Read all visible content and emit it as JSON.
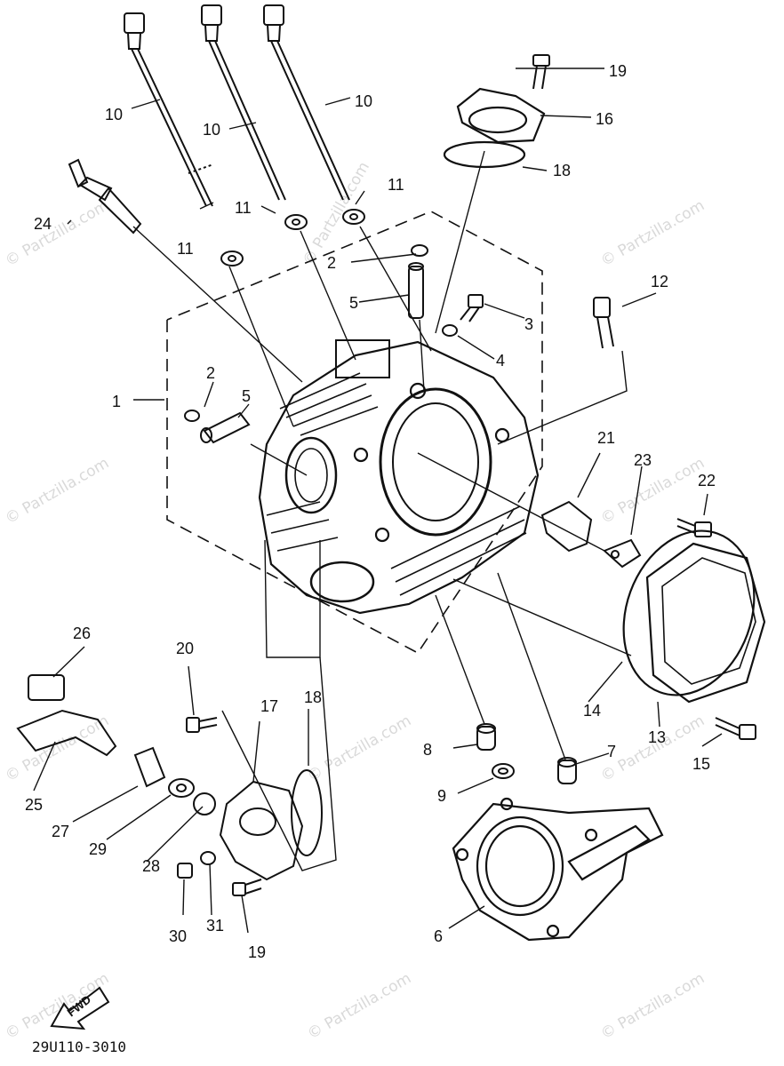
{
  "diagram": {
    "part_callouts": [
      "1",
      "2",
      "2",
      "3",
      "4",
      "5",
      "5",
      "6",
      "7",
      "8",
      "9",
      "10",
      "10",
      "10",
      "11",
      "11",
      "11",
      "12",
      "13",
      "14",
      "15",
      "16",
      "17",
      "18",
      "18",
      "19",
      "19",
      "20",
      "21",
      "22",
      "23",
      "24",
      "25",
      "26",
      "27",
      "28",
      "29",
      "30",
      "31"
    ],
    "diagram_code": "29U110-3010",
    "fwd_label": "FWD",
    "watermark": "© Partzilla.com"
  }
}
